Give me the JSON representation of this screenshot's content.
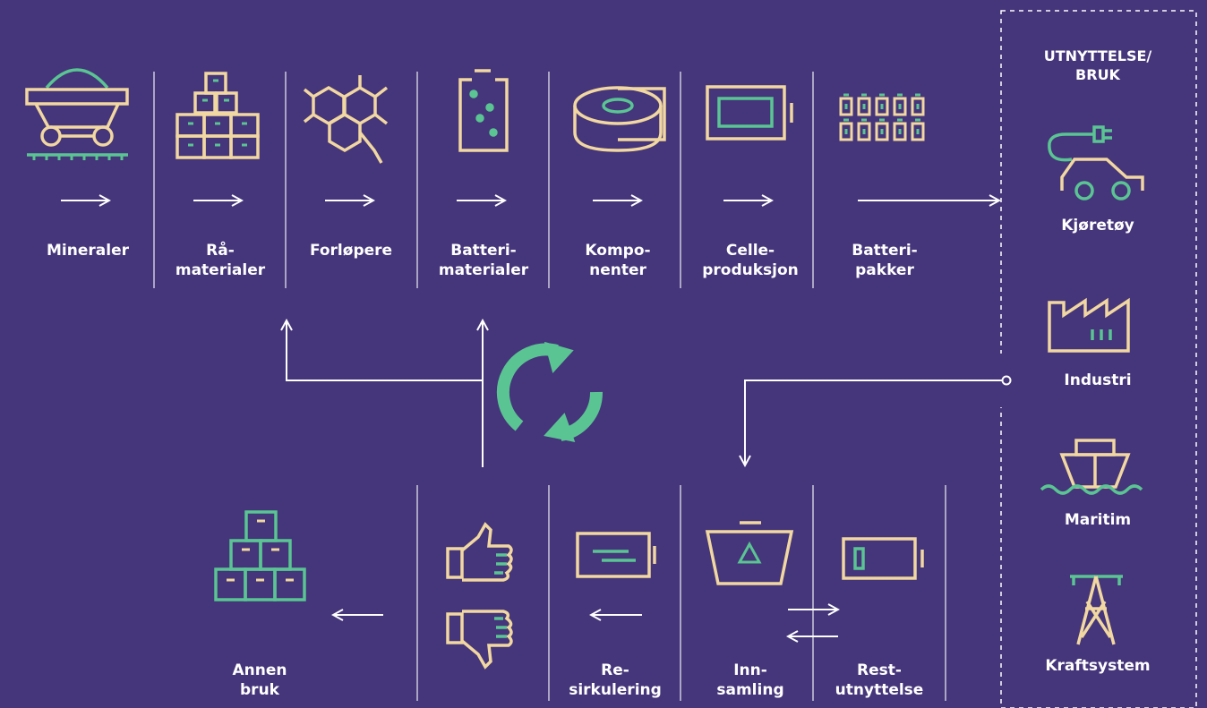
{
  "colors": {
    "background": "#45357a",
    "sand": "#f1d7a1",
    "green": "#5ac493",
    "line": "#ffffff"
  },
  "title": "UTNYTTELSE/\nBRUK",
  "top_row": [
    {
      "label": "Mineraler",
      "icon": "mine-cart-icon"
    },
    {
      "label": "Rå-\nmaterialer",
      "icon": "boxes-icon"
    },
    {
      "label": "Forløpere",
      "icon": "hexagon-molecule-icon"
    },
    {
      "label": "Batteri-\nmaterialer",
      "icon": "battery-materials-icon"
    },
    {
      "label": "Kompo-\nnenter",
      "icon": "film-roll-icon"
    },
    {
      "label": "Celle-\nproduksjon",
      "icon": "battery-cell-icon"
    },
    {
      "label": "Batteri-\npakker",
      "icon": "battery-pack-icon"
    }
  ],
  "usage": [
    {
      "label": "Kjøretøy",
      "icon": "electric-car-icon"
    },
    {
      "label": "Industri",
      "icon": "factory-icon"
    },
    {
      "label": "Maritim",
      "icon": "ship-icon"
    },
    {
      "label": "Kraftsystem",
      "icon": "power-pylon-icon"
    }
  ],
  "bottom_row": [
    {
      "label": "Annen\nbruk",
      "icon": "boxes-pyramid-icon"
    },
    {
      "label": "Re-\nsirkulering",
      "icon": "recycling-battery-icon"
    },
    {
      "label": "Inn-\nsamling",
      "icon": "recycle-bin-icon"
    },
    {
      "label": "Rest-\nutnyttelse",
      "icon": "low-battery-icon"
    }
  ],
  "center_icon": "recycle-arrows-icon",
  "assessment_icons": [
    "thumbs-up-icon",
    "thumbs-down-icon"
  ]
}
